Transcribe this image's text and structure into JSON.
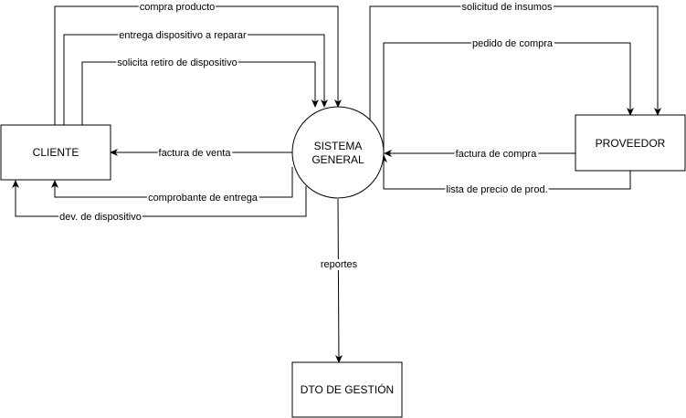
{
  "nodes": {
    "cliente": "CLIENTE",
    "sistema_line1": "SISTEMA",
    "sistema_line2": "GENERAL",
    "proveedor": "PROVEEDOR",
    "dto": "DTO DE GESTIÓN"
  },
  "flows": {
    "compra_producto": "compra producto",
    "entrega_dispositivo": "entrega dispositivo a reparar",
    "solicita_retiro": "solicita retiro de dispositivo",
    "factura_venta": "factura de venta",
    "comprobante_entrega": "comprobante de entrega",
    "dev_dispositivo": "dev. de dispositivo",
    "solicitud_insumos": "solicitud de insumos",
    "pedido_compra": "pedido de compra",
    "factura_compra": "factura de compra",
    "lista_precio": "lista de precio de prod.",
    "reportes": "reportes"
  }
}
